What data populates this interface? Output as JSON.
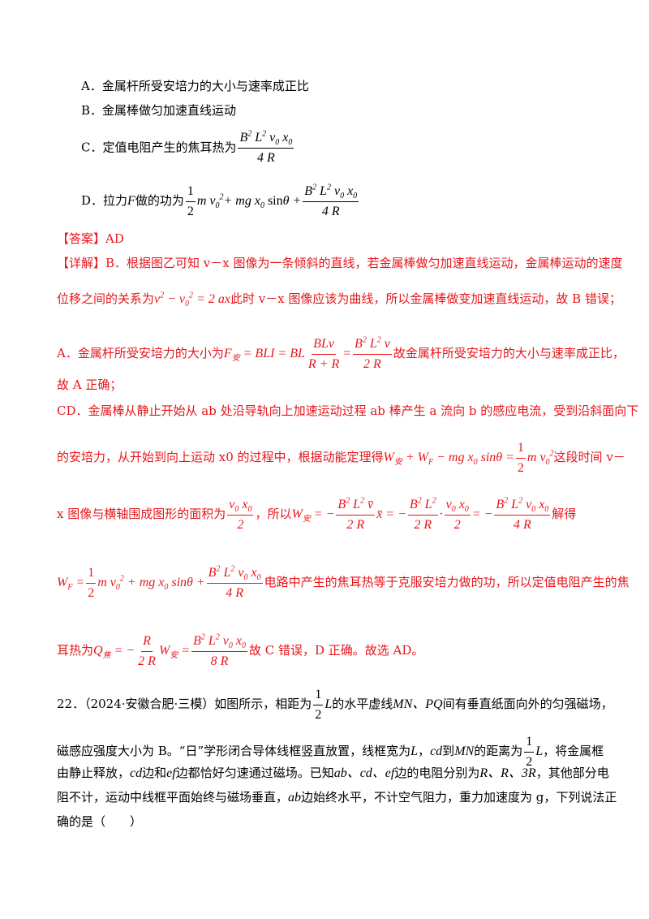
{
  "options": {
    "A": "A．金属杆所受安培力的大小与速率成正比",
    "B": "B．金属棒做匀加速直线运动",
    "C_prefix": "C．定值电阻产生的焦耳热为",
    "D_prefix": "D．拉力",
    "D_var": "F",
    "D_mid": "做的功为"
  },
  "answer": "【答案】AD",
  "explain": {
    "line1": "【详解】B．根据图乙可知 v－x 图像为一条倾斜的直线，若金属棒做匀加速直线运动，金属棒运动的速度",
    "line2_a": "位移之间的关系为",
    "line2_b": "此时 v－x 图像应该为曲线，所以金属棒做变加速直线运动，故 B 错误；",
    "line3_a": "A．金属杆所受安培力的大小为",
    "line3_b": "故金属杆所受安培力的大小与速率成正比，",
    "line4": "故 A 正确；",
    "line5": "CD．金属棒从静止开始从 ab 处沿导轨向上加速运动过程 ab 棒产生 a 流向 b 的感应电流，受到沿斜面向下",
    "line6_a": "的安培力，从开始到向上运动 x0 的过程中，根据动能定理得",
    "line6_b": "这段时间 v－",
    "line7_a": "x 图像与横轴围成图形的面积为",
    "line7_b": "，所以",
    "line7_c": "解得",
    "line8_b": "电路中产生的焦耳热等于克服安培力做的功，所以定值电阻产生的焦",
    "line9_a": "耳热为",
    "line9_b": "故 C 错误，D 正确。故选 AD。"
  },
  "q22": {
    "l1_a": "22．（2024·安徽合肥·三模）如图所示，相距为",
    "l1_b": "的水平虚线",
    "l1_c": "间有垂直纸面向外的匀强磁场，",
    "l2_a": "磁感应强度大小为 B。“日”学形闭合导体线框竖直放置，线框宽为",
    "l2_b": "，",
    "l2_c": "到",
    "l2_d": "的距离为",
    "l2_e": "，将金属框",
    "l3_a": "由静止释放，",
    "l3_b": "边和",
    "l3_c": "边都恰好匀速通过磁场。已知",
    "l3_d": "边的电阻分别为",
    "l3_e": "，其他部分电",
    "l4_a": "阻不计，运动中线框平面始终与磁场垂直，",
    "l4_b": "边始终水平，不计空气阻力，重力加速度为 g，下列说法正",
    "l5": "确的是（　　）"
  }
}
